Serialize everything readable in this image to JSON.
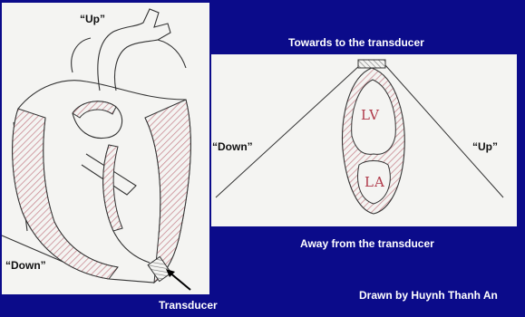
{
  "left_panel": {
    "label_up": "“Up”",
    "label_down": "“Down”",
    "label_transducer": "Transducer"
  },
  "right_panel": {
    "label_top": "Towards to the transducer",
    "label_bottom": "Away from the transducer",
    "label_left": "“Down”",
    "label_right": "“Up”",
    "chamber_upper": "LV",
    "chamber_lower": "LA"
  },
  "credit": "Drawn by Huynh Thanh An",
  "colors": {
    "background": "#0b0b8a",
    "panel": "#f4f4f2",
    "wall_hatch": "#c98a92",
    "ink": "#333333"
  }
}
